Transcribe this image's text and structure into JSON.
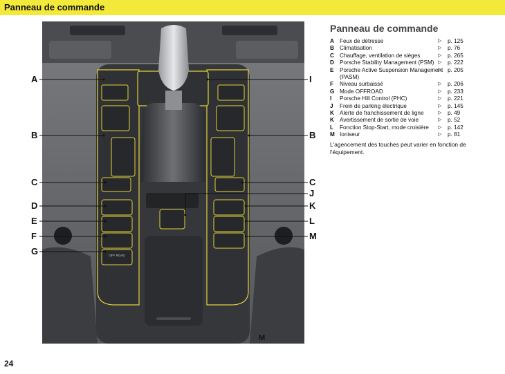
{
  "header": {
    "title": "Panneau de commande"
  },
  "section_title": "Panneau de commande",
  "legend": [
    {
      "letter": "A",
      "text": "Feux de détresse",
      "arrow": "▷",
      "page": "p. 125"
    },
    {
      "letter": "B",
      "text": "Climatisation",
      "arrow": "▷",
      "page": "p. 76"
    },
    {
      "letter": "C",
      "text": "Chauffage, ventilation de sièges",
      "arrow": "▷",
      "page": "p. 265"
    },
    {
      "letter": "D",
      "text": "Porsche Stability Management (PSM)",
      "arrow": "▷",
      "page": "p. 222"
    },
    {
      "letter": "E",
      "text": "Porsche Active Suspension Management",
      "arrow": "▷",
      "page": "p. 205"
    },
    {
      "letter": "",
      "text": "(PASM)",
      "arrow": "",
      "page": ""
    },
    {
      "letter": "F",
      "text": "Niveau surbaissé",
      "arrow": "▷",
      "page": "p. 206"
    },
    {
      "letter": "G",
      "text": "Mode OFFROAD",
      "arrow": "▷",
      "page": "p. 233"
    },
    {
      "letter": "I",
      "text": "Porsche Hill Control (PHC)",
      "arrow": "▷",
      "page": "p. 221"
    },
    {
      "letter": "J",
      "text": "Frein de parking électrique",
      "arrow": "▷",
      "page": "p. 145"
    },
    {
      "letter": "K",
      "text": "Alerte de franchissement de ligne",
      "arrow": "▷",
      "page": "p. 49"
    },
    {
      "letter": "K",
      "text": "Avertissement de sortie de voie",
      "arrow": "▷",
      "page": "p. 52"
    },
    {
      "letter": "L",
      "text": "Fonction Stop-Start, mode croisière",
      "arrow": "▷",
      "page": "p. 142"
    },
    {
      "letter": "M",
      "text": "Ioniseur",
      "arrow": "▷",
      "page": "p. 81"
    }
  ],
  "note": "L'agencement des touches peut varier en fonction de l'équipement.",
  "callouts": {
    "A": "A",
    "B_left": "B",
    "C_left": "C",
    "D": "D",
    "E": "E",
    "F": "F",
    "G": "G",
    "I": "I",
    "B_right": "B",
    "C_right": "C",
    "J": "J",
    "K": "K",
    "L": "L",
    "M_right": "M",
    "M_photo": "M"
  },
  "button_labels": {
    "offroad": "OFF ROAD"
  },
  "page_number": "24",
  "colors": {
    "banner": "#f2e93a",
    "highlight": "#e3d23a",
    "panel": "#3a3c40"
  }
}
